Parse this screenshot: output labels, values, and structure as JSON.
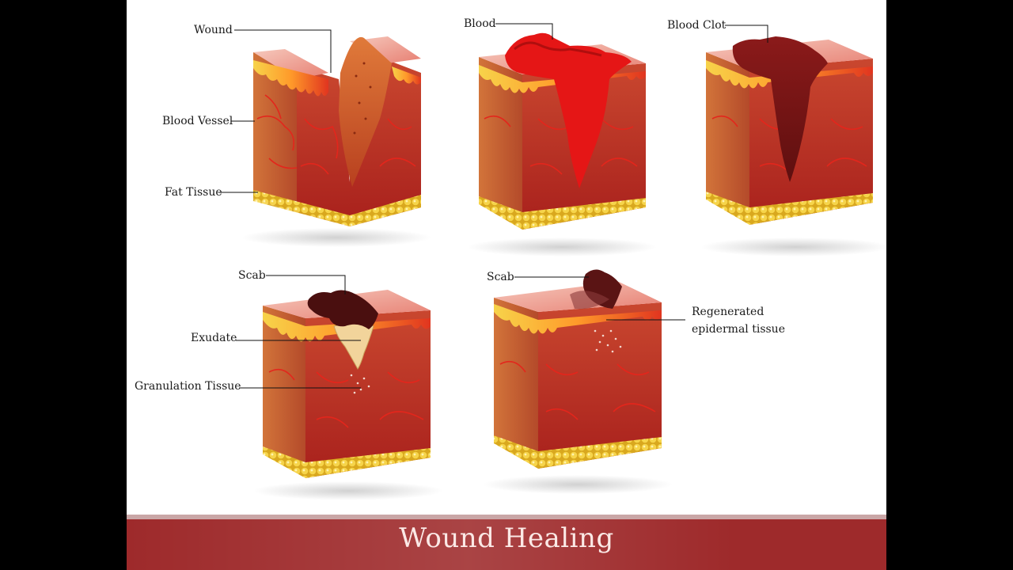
{
  "title": "Wound Healing",
  "labels": {
    "wound": "Wound",
    "blood_vessel": "Blood Vessel",
    "fat_tissue": "Fat Tissue",
    "blood": "Blood",
    "blood_clot": "Blood Clot",
    "scab": "Scab",
    "exudate": "Exudate",
    "granulation_tissue": "Granulation Tissue",
    "scab_2": "Scab",
    "regenerated_line1": "Regenerated",
    "regenerated_line2": "epidermal tissue"
  },
  "colors": {
    "tissue": "#b73a2c",
    "tissue_side": "#c66a3a",
    "top_layer": "#f0b0a0",
    "epidermis": "#f1c232",
    "fat": "#f4d03f",
    "blood": "#e11b1b",
    "clot": "#7a1515",
    "scab": "#4a0f0f",
    "exudate": "#f2d49b",
    "footer": "#9e2a2b"
  },
  "stages": [
    {
      "name": "wound"
    },
    {
      "name": "blood"
    },
    {
      "name": "blood-clot"
    },
    {
      "name": "scab-exudate"
    },
    {
      "name": "regenerated"
    }
  ]
}
